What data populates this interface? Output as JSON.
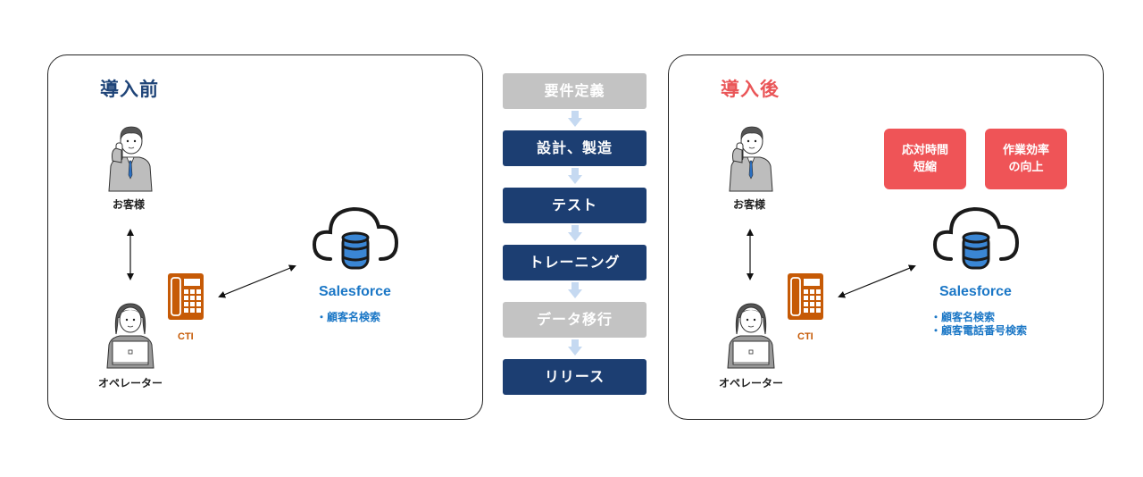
{
  "colors": {
    "before_title": "#1f4478",
    "after_title": "#ea5658",
    "step_active": "#1c3e72",
    "step_inactive": "#c3c3c3",
    "step_arrow": "#c5d9f1",
    "benefit_bg": "#ef5457",
    "cti_orange": "#c65a06",
    "salesforce_blue": "#1b77c6"
  },
  "before": {
    "title": "導入前",
    "customer_label": "お客様",
    "operator_label": "オペレーター",
    "cti_label": "CTI",
    "salesforce_label": "Salesforce",
    "salesforce_items": [
      "顧客名検索"
    ]
  },
  "after": {
    "title": "導入後",
    "customer_label": "お客様",
    "operator_label": "オペレーター",
    "cti_label": "CTI",
    "salesforce_label": "Salesforce",
    "salesforce_items": [
      "顧客名検索",
      "顧客電話番号検索"
    ],
    "benefits": [
      "応対時間\n短縮",
      "作業効率\nの向上"
    ]
  },
  "steps": [
    {
      "label": "要件定義",
      "state": "inactive"
    },
    {
      "label": "設計、製造",
      "state": "active"
    },
    {
      "label": "テスト",
      "state": "active"
    },
    {
      "label": "トレーニング",
      "state": "active"
    },
    {
      "label": "データ移行",
      "state": "inactive"
    },
    {
      "label": "リリース",
      "state": "active"
    }
  ]
}
